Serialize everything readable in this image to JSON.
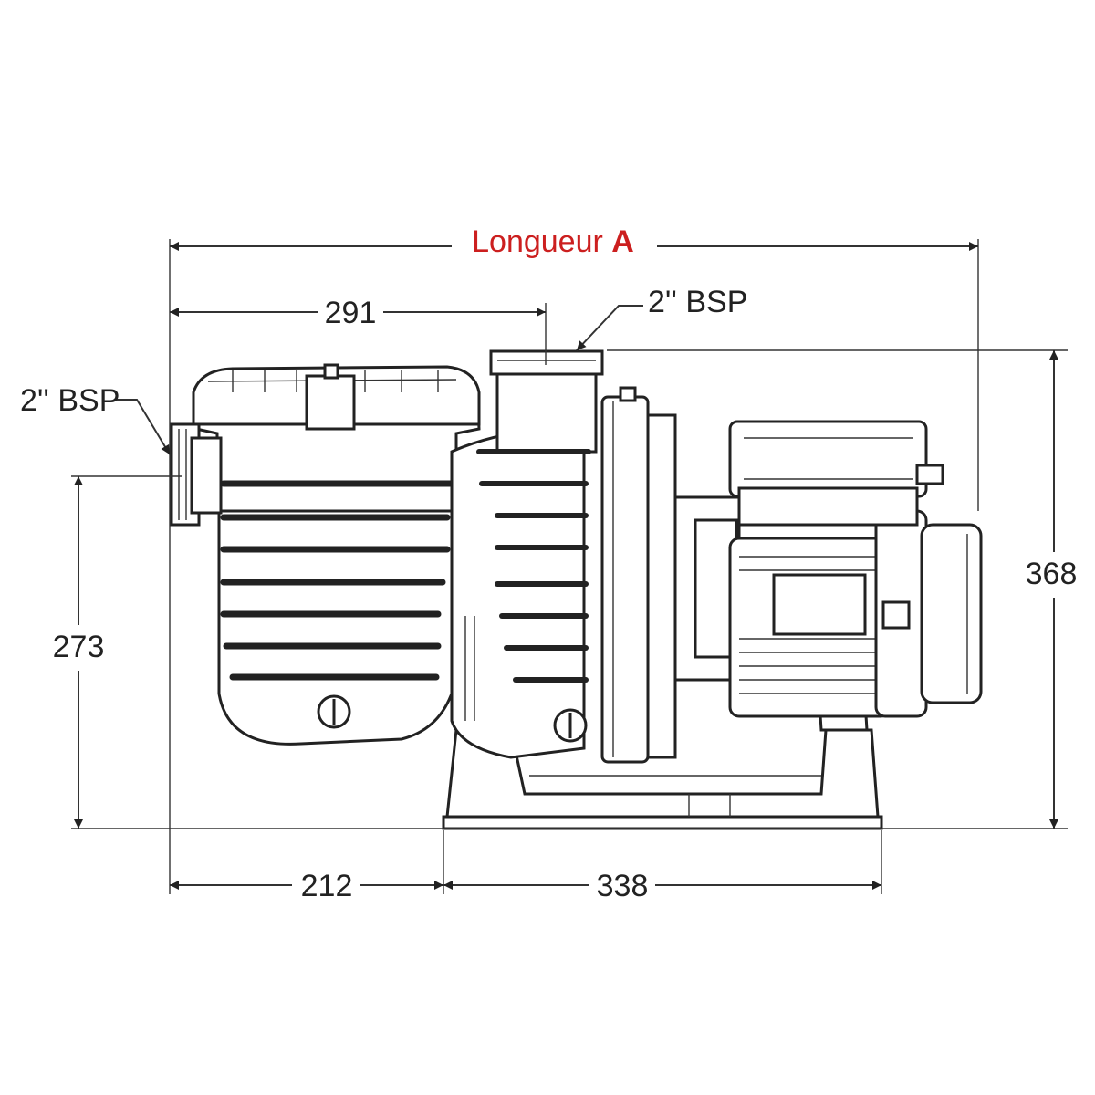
{
  "title": {
    "prefix": "Longueur ",
    "variable": "A",
    "color": "#cc1f1f"
  },
  "dimensions": {
    "suction_port_to_outlet": "291",
    "suction_port_to_base": "212",
    "base_length": "338",
    "suction_height": "273",
    "total_height": "368"
  },
  "connections": {
    "outlet": "2'' BSP",
    "inlet": "2'' BSP"
  }
}
